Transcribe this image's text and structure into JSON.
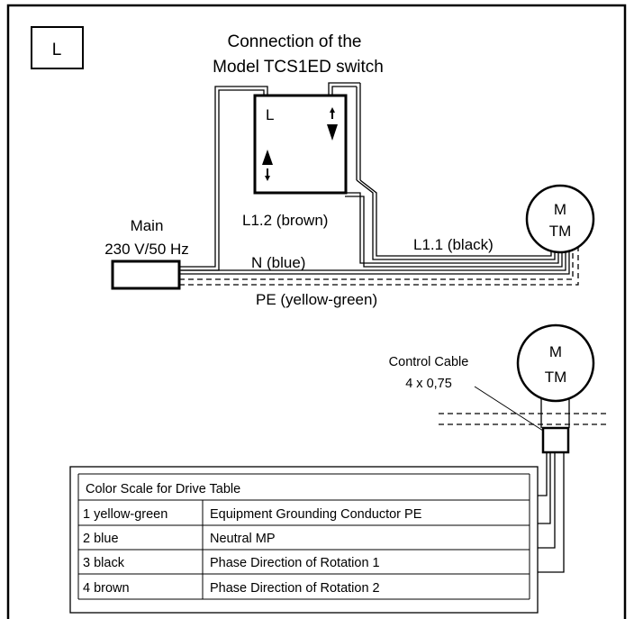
{
  "panel_tag": "L",
  "title": [
    "Connection of the",
    "Model TCS1ED switch"
  ],
  "switch": {
    "terminal_label": "L"
  },
  "main_supply": [
    "Main",
    "230 V/50 Hz"
  ],
  "wires": {
    "l12": "L1.2 (brown)",
    "l11": "L1.1 (black)",
    "neutral": "N (blue)",
    "pe": "PE (yellow-green)"
  },
  "motor_top": [
    "M",
    "TM"
  ],
  "motor_bottom": [
    "M",
    "TM"
  ],
  "control_cable": [
    "Control Cable",
    "4 x 0,75"
  ],
  "color_table": {
    "title": "Color Scale for Drive Table",
    "rows": [
      {
        "code": "1 yellow-green",
        "meaning": "Equipment Grounding Conductor PE"
      },
      {
        "code": "2 blue",
        "meaning": "Neutral MP"
      },
      {
        "code": "3 black",
        "meaning": "Phase Direction of Rotation 1"
      },
      {
        "code": "4 brown",
        "meaning": "Phase Direction of Rotation 2"
      }
    ]
  }
}
